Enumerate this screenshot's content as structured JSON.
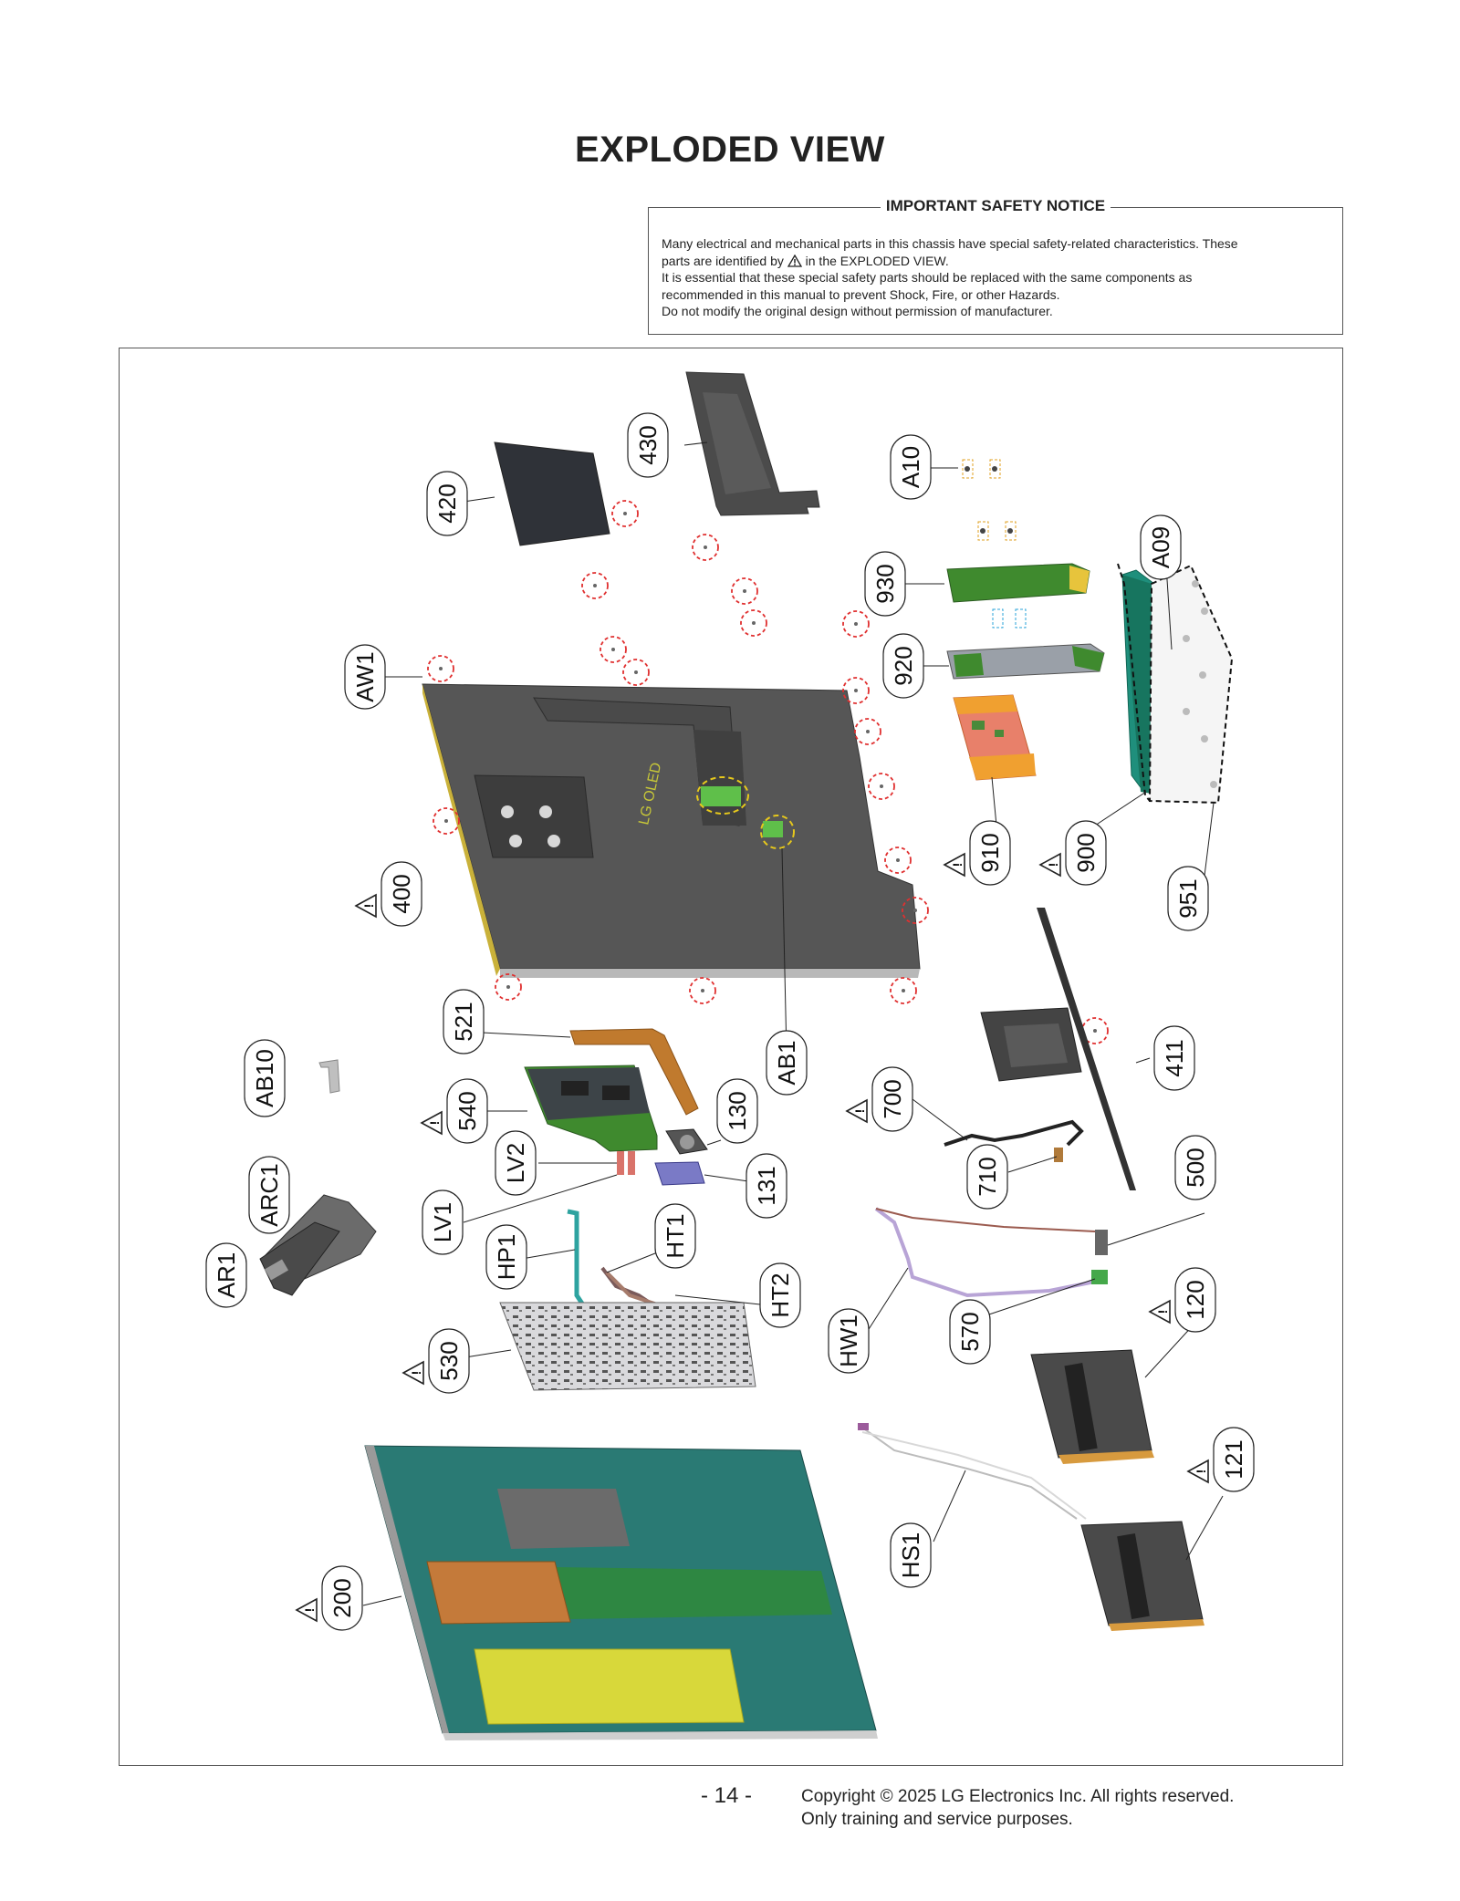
{
  "page": {
    "title": "EXPLODED VIEW",
    "page_number": "- 14 -",
    "copyright_line1": "Copyright © 2025 LG Electronics Inc. All rights reserved.",
    "copyright_line2": "Only training and service purposes."
  },
  "notice": {
    "heading": "IMPORTANT SAFETY NOTICE",
    "line1": "Many electrical and mechanical parts in this chassis have special safety-related characteristics. These",
    "line2_before_icon": "parts are identified by",
    "line2_after_icon": "in the EXPLODED VIEW.",
    "line3": "It is essential that these special safety parts should be replaced with the same components as",
    "line4": "recommended in this manual to prevent Shock, Fire, or other Hazards.",
    "line5": "Do not modify the original design without permission of manufacturer."
  },
  "diagram": {
    "logo_text": "LG OLED",
    "callouts": [
      {
        "label": "430",
        "safety": false
      },
      {
        "label": "420",
        "safety": false
      },
      {
        "label": "A10",
        "safety": false
      },
      {
        "label": "A09",
        "safety": false
      },
      {
        "label": "930",
        "safety": false
      },
      {
        "label": "920",
        "safety": false
      },
      {
        "label": "AW1",
        "safety": false
      },
      {
        "label": "910",
        "safety": true
      },
      {
        "label": "900",
        "safety": true
      },
      {
        "label": "951",
        "safety": false
      },
      {
        "label": "400",
        "safety": true
      },
      {
        "label": "521",
        "safety": false
      },
      {
        "label": "AB1",
        "safety": false
      },
      {
        "label": "411",
        "safety": false
      },
      {
        "label": "AB10",
        "safety": false
      },
      {
        "label": "540",
        "safety": true
      },
      {
        "label": "130",
        "safety": false
      },
      {
        "label": "700",
        "safety": true
      },
      {
        "label": "LV2",
        "safety": false
      },
      {
        "label": "131",
        "safety": false
      },
      {
        "label": "710",
        "safety": false
      },
      {
        "label": "500",
        "safety": false
      },
      {
        "label": "ARC1",
        "safety": false
      },
      {
        "label": "LV1",
        "safety": false
      },
      {
        "label": "HT1",
        "safety": false
      },
      {
        "label": "AR1",
        "safety": false
      },
      {
        "label": "HP1",
        "safety": false
      },
      {
        "label": "HT2",
        "safety": false
      },
      {
        "label": "HW1",
        "safety": false
      },
      {
        "label": "570",
        "safety": false
      },
      {
        "label": "120",
        "safety": true
      },
      {
        "label": "530",
        "safety": true
      },
      {
        "label": "121",
        "safety": true
      },
      {
        "label": "HS1",
        "safety": false
      },
      {
        "label": "200",
        "safety": true
      }
    ]
  }
}
